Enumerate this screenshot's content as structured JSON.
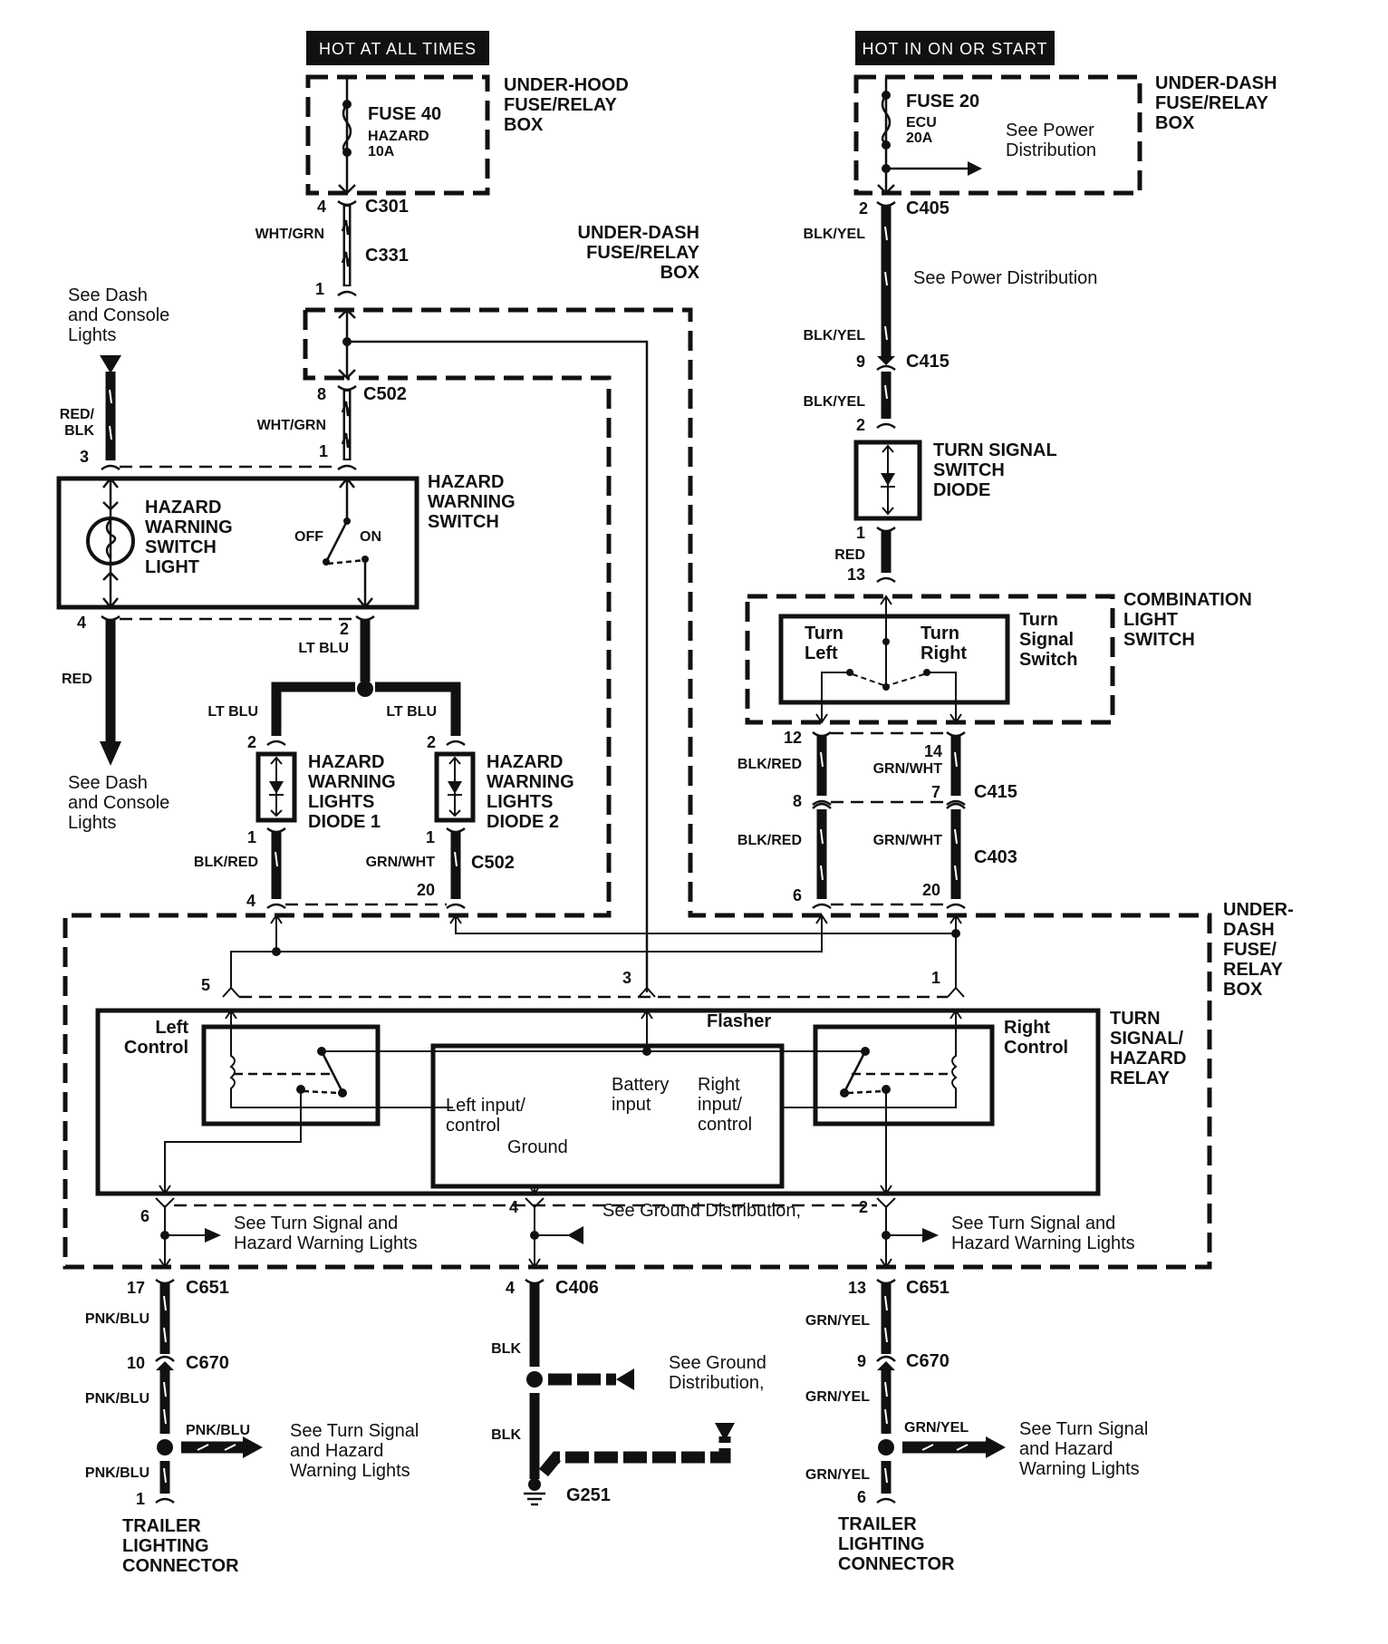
{
  "power_sources": {
    "hot_at_all_times": "HOT AT ALL TIMES",
    "hot_in_on_or_start": "HOT IN ON OR START"
  },
  "boxes": {
    "under_hood": [
      "UNDER-HOOD",
      "FUSE/RELAY",
      "BOX"
    ],
    "under_dash_top": [
      "UNDER-DASH",
      "FUSE/RELAY",
      "BOX"
    ],
    "under_dash_mid": [
      "UNDER-DASH",
      "FUSE/RELAY",
      "BOX"
    ],
    "under_dash_bottom": [
      "UNDER-",
      "DASH",
      "FUSE/",
      "RELAY",
      "BOX"
    ]
  },
  "fuses": {
    "fuse40": {
      "name": "FUSE 40",
      "label": "HAZARD",
      "rating": "10A"
    },
    "fuse20": {
      "name": "FUSE 20",
      "label": "ECU",
      "rating": "20A"
    }
  },
  "references": {
    "power_dist_1": [
      "See Power",
      "Distribution"
    ],
    "power_dist_2": "See Power Distribution",
    "dash_console_top": [
      "See Dash",
      "and Console",
      "Lights"
    ],
    "dash_console_bottom": [
      "See Dash",
      "and Console",
      "Lights"
    ],
    "turn_signal_left": [
      "See Turn Signal and",
      "Hazard Warning Lights"
    ],
    "ground_dist_1": "See Ground Distribution,",
    "turn_signal_right": [
      "See Turn Signal and",
      "Hazard Warning Lights"
    ],
    "trailer_left_ref": [
      "See Turn Signal",
      "and Hazard",
      "Warning Lights"
    ],
    "ground_dist_2": [
      "See Ground",
      "Distribution,"
    ],
    "trailer_right_ref": [
      "See Turn Signal",
      "and Hazard",
      "Warning Lights"
    ]
  },
  "connectors": {
    "c301": "C301",
    "c331": "C331",
    "c502a": "C502",
    "c502b": "C502",
    "c405": "C405",
    "c415a": "C415",
    "c415b": "C415",
    "c403": "C403",
    "c651a": "C651",
    "c670a": "C670",
    "c406": "C406",
    "c651b": "C651",
    "c670b": "C670",
    "g251": "G251"
  },
  "pins": {
    "c301_4": "4",
    "c331_1": "1",
    "c502_8": "8",
    "hws_1": "1",
    "hws_3": "3",
    "hws_4": "4",
    "hws_2": "2",
    "d1_2": "2",
    "d2_2": "2",
    "d1_1": "1",
    "d2_1": "1",
    "c502_4": "4",
    "c502_20": "20",
    "c405_2": "2",
    "c415_9": "9",
    "tsd_2": "2",
    "tsd_1": "1",
    "cls_13": "13",
    "cls_12": "12",
    "cls_14": "14",
    "c415_8": "8",
    "c415_7": "7",
    "c403_6": "6",
    "c403_20": "20",
    "relay_5": "5",
    "relay_3": "3",
    "relay_1": "1",
    "relay_6": "6",
    "relay_4": "4",
    "relay_2": "2",
    "c651_17": "17",
    "c670_10": "10",
    "trl_1": "1",
    "c406_4": "4",
    "c651_13": "13",
    "c670_9": "9",
    "trr_6": "6"
  },
  "wire_colors": {
    "wht_grn_1": "WHT/GRN",
    "wht_grn_2": "WHT/GRN",
    "red_blk": [
      "RED/",
      "BLK"
    ],
    "red": "RED",
    "lt_blu_1": "LT BLU",
    "lt_blu_2": "LT BLU",
    "lt_blu_3": "LT BLU",
    "blk_red_1": "BLK/RED",
    "grn_wht_1": "GRN/WHT",
    "blk_yel_1": "BLK/YEL",
    "blk_yel_2": "BLK/YEL",
    "blk_yel_3": "BLK/YEL",
    "red_2": "RED",
    "blk_red_2": "BLK/RED",
    "grn_wht_2": "GRN/WHT",
    "blk_red_3": "BLK/RED",
    "grn_wht_3": "GRN/WHT",
    "pnk_blu_1": "PNK/BLU",
    "pnk_blu_2": "PNK/BLU",
    "pnk_blu_3": "PNK/BLU",
    "pnk_blu_4": "PNK/BLU",
    "blk_1": "BLK",
    "blk_2": "BLK",
    "grn_yel_1": "GRN/YEL",
    "grn_yel_2": "GRN/YEL",
    "grn_yel_3": "GRN/YEL",
    "grn_yel_4": "GRN/YEL"
  },
  "components": {
    "hazard_switch": [
      "HAZARD",
      "WARNING",
      "SWITCH"
    ],
    "hazard_switch_light": [
      "HAZARD",
      "WARNING",
      "SWITCH",
      "LIGHT"
    ],
    "switch_off": "OFF",
    "switch_on": "ON",
    "diode1": [
      "HAZARD",
      "WARNING",
      "LIGHTS",
      "DIODE 1"
    ],
    "diode2": [
      "HAZARD",
      "WARNING",
      "LIGHTS",
      "DIODE 2"
    ],
    "turn_signal_diode": [
      "TURN SIGNAL",
      "SWITCH",
      "DIODE"
    ],
    "combination_switch": [
      "COMBINATION",
      "LIGHT",
      "SWITCH"
    ],
    "turn_left": [
      "Turn",
      "Left"
    ],
    "turn_right": [
      "Turn",
      "Right"
    ],
    "turn_signal_switch": [
      "Turn",
      "Signal",
      "Switch"
    ],
    "relay": [
      "TURN",
      "SIGNAL/",
      "HAZARD",
      "RELAY"
    ],
    "left_control": [
      "Left",
      "Control"
    ],
    "right_control": [
      "Right",
      "Control"
    ],
    "flasher": "Flasher",
    "left_input": [
      "Left input/",
      "control"
    ],
    "battery_input": [
      "Battery",
      "input"
    ],
    "right_input": [
      "Right",
      "input/",
      "control"
    ],
    "ground": "Ground",
    "trailer_left": [
      "TRAILER",
      "LIGHTING",
      "CONNECTOR"
    ],
    "trailer_right": [
      "TRAILER",
      "LIGHTING",
      "CONNECTOR"
    ]
  }
}
